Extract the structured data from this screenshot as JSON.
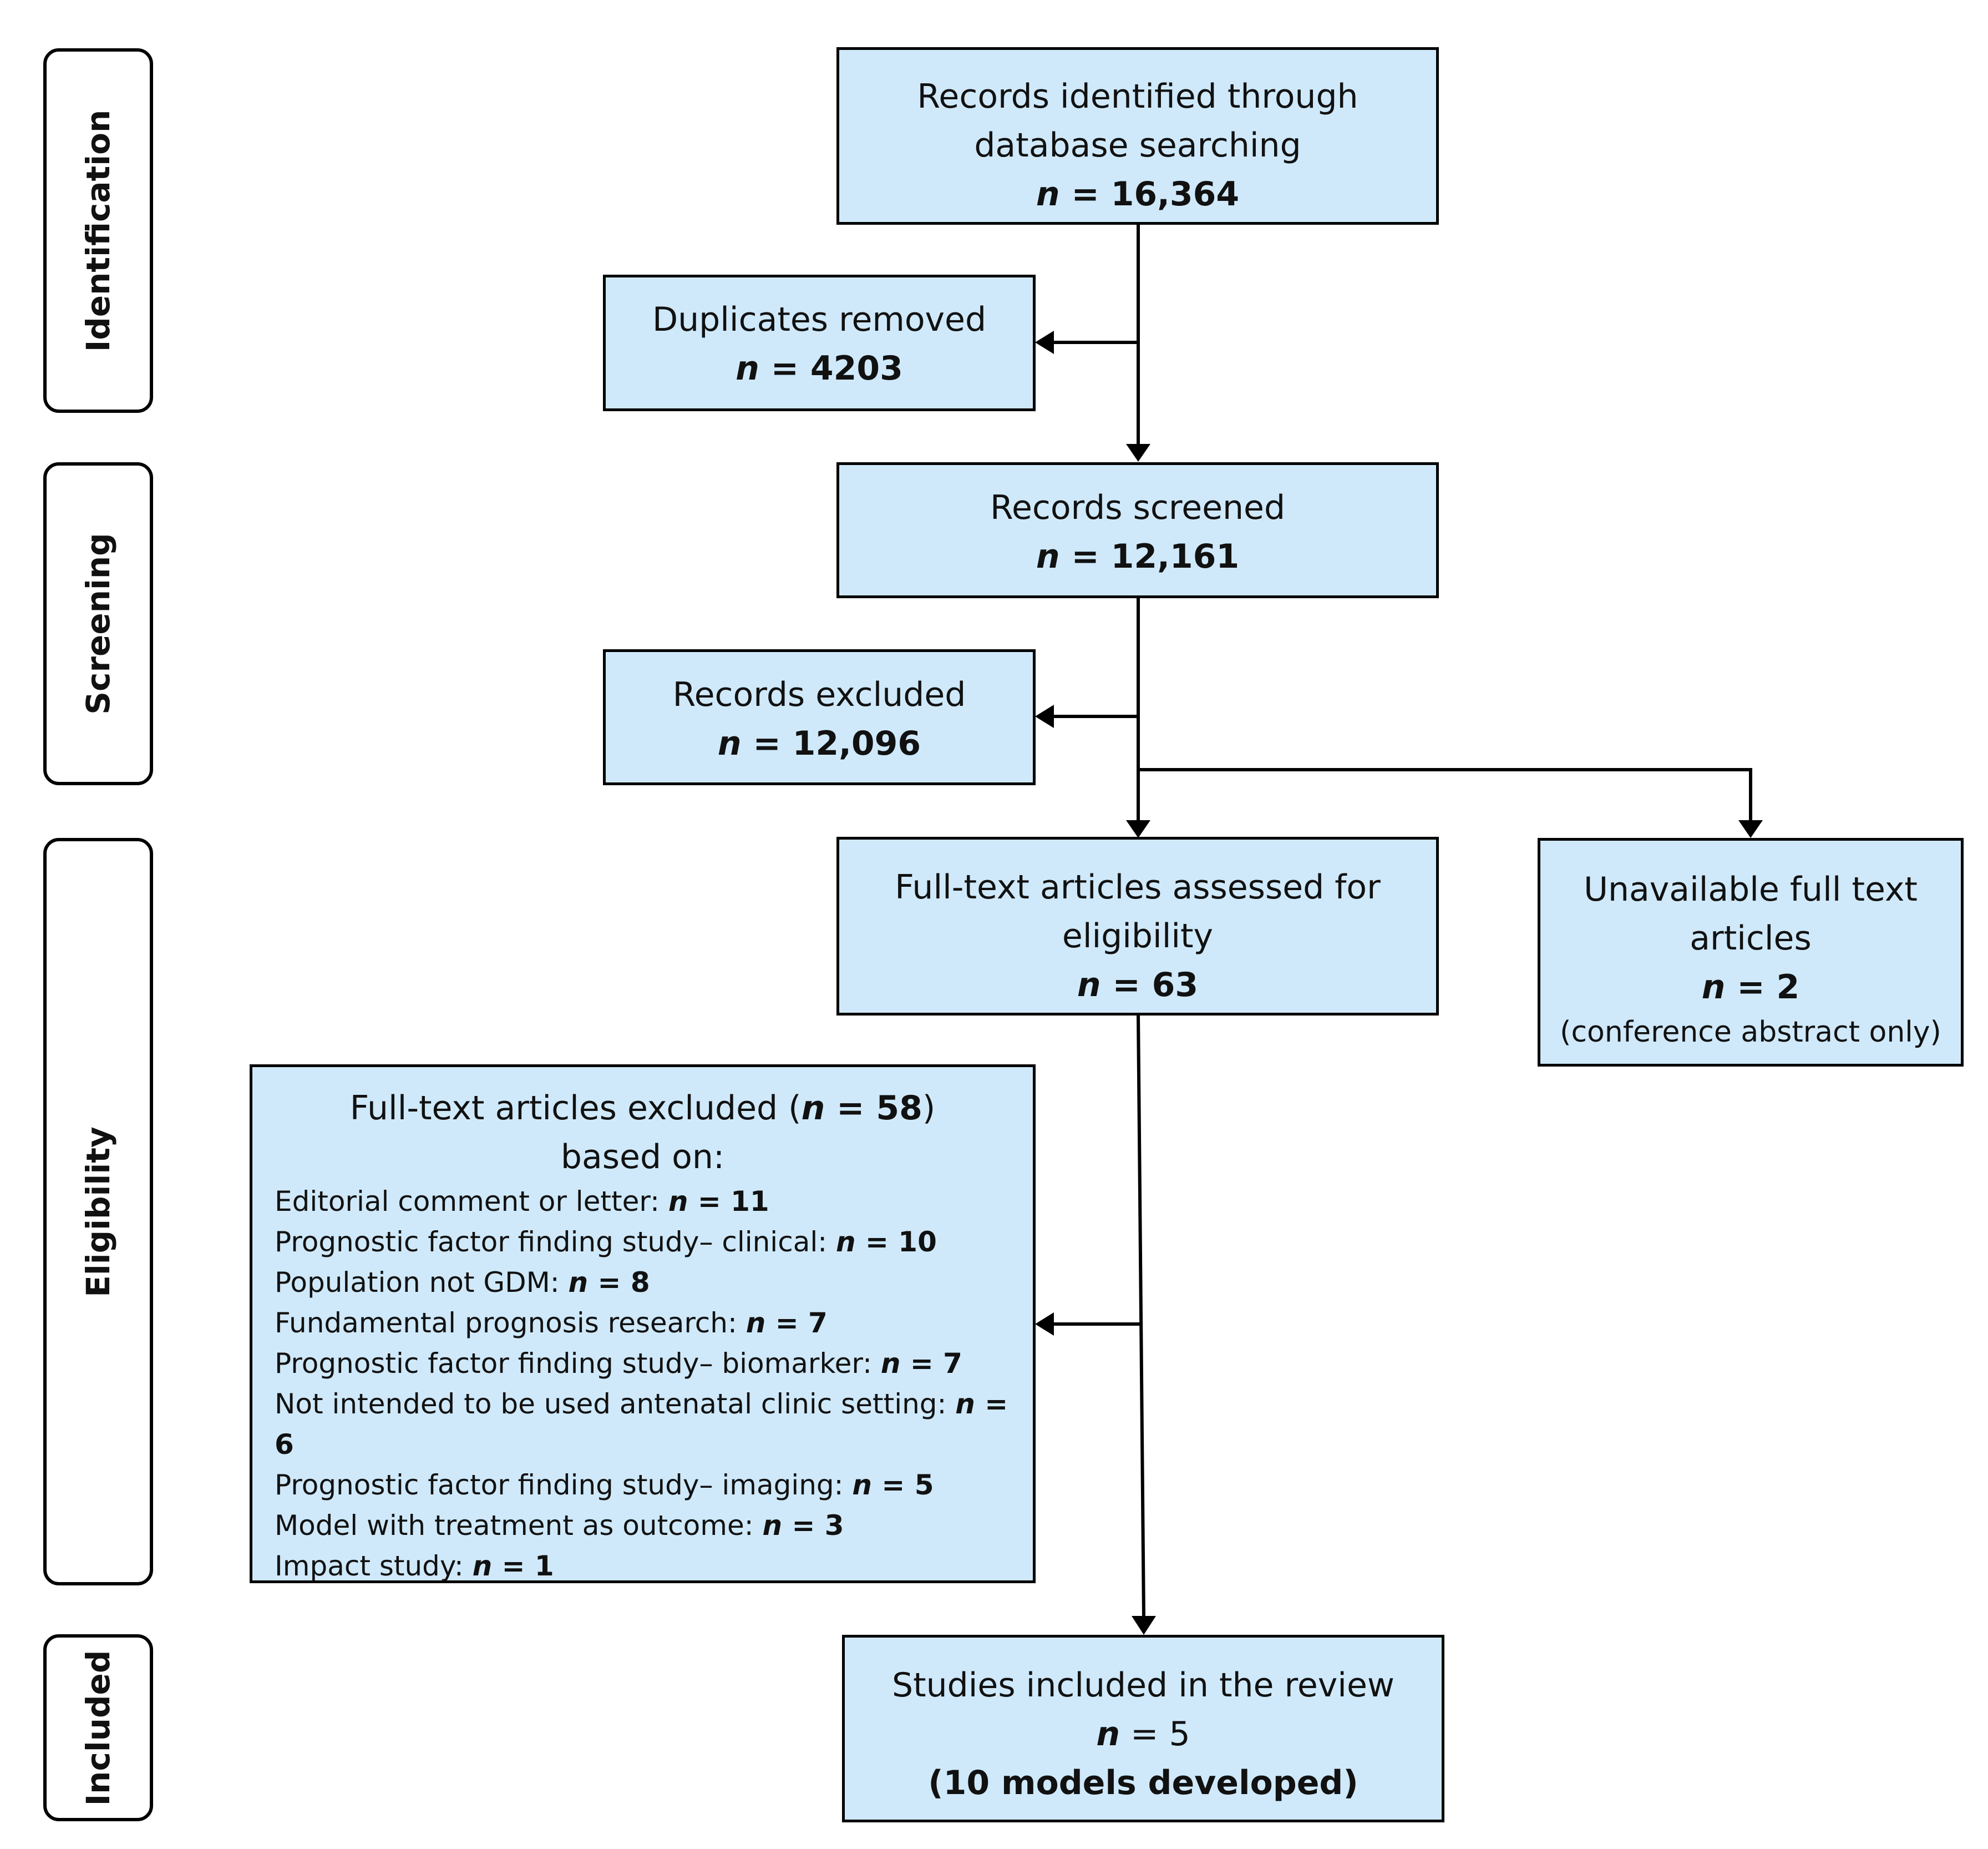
{
  "stages": {
    "identification": "Identification",
    "screening": "Screening",
    "eligibility": "Eligibility",
    "included": "Included"
  },
  "boxes": {
    "identified": {
      "line1": "Records identified through",
      "line2": "database searching",
      "n_prefix": "n",
      "n_value": " = 16,364"
    },
    "duplicates": {
      "line1": "Duplicates removed",
      "n_prefix": "n",
      "n_value": " = 4203"
    },
    "screened": {
      "line1": "Records screened",
      "n_prefix": "n",
      "n_value": " = 12,161"
    },
    "excluded": {
      "line1": "Records excluded",
      "n_prefix": "n",
      "n_value": " = 12,096"
    },
    "fulltext": {
      "line1": "Full-text articles assessed for",
      "line2": "eligibility",
      "n_prefix": "n",
      "n_value": " = 63"
    },
    "unavailable": {
      "line1": "Unavailable full text",
      "line2": "articles",
      "n_prefix": "n",
      "n_value": " = 2",
      "note": "(conference abstract only)"
    },
    "fulltext_excluded": {
      "title_pre": "Full-text articles excluded (",
      "n_prefix": "n",
      "title_value": " = 58",
      "title_post": ")",
      "line2": "based on:",
      "reasons": [
        {
          "label": "Editorial comment or letter: ",
          "n": "n",
          "value": " = 11"
        },
        {
          "label": "Prognostic factor finding study– clinical: ",
          "n": "n",
          "value": " = 10"
        },
        {
          "label": "Population not GDM: ",
          "n": "n",
          "value": " = 8"
        },
        {
          "label": "Fundamental prognosis research: ",
          "n": "n",
          "value": " = 7"
        },
        {
          "label": "Prognostic factor finding study– biomarker: ",
          "n": "n",
          "value": " = 7"
        },
        {
          "label": "Not intended to be used antenatal clinic setting: ",
          "n": "n",
          "value": " = 6"
        },
        {
          "label": "Prognostic factor finding study– imaging: ",
          "n": "n",
          "value": " = 5"
        },
        {
          "label": "Model with treatment as outcome: ",
          "n": "n",
          "value": " = 3"
        },
        {
          "label": "Impact study: ",
          "n": "n",
          "value": " = 1"
        }
      ]
    },
    "included": {
      "line1": "Studies included in the review",
      "n_prefix": "n",
      "n_value": " = 5",
      "note": "(10 models developed)"
    }
  },
  "colors": {
    "box_fill": "#cfe9fa",
    "border": "#000000"
  }
}
